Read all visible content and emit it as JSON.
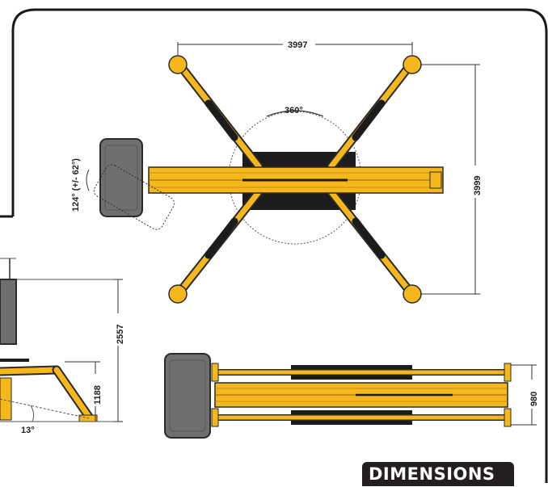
{
  "labels": {
    "top_width": "3997",
    "top_height": "3999",
    "rotation": "360°",
    "basket_rotation": "124° (+/- 62°)",
    "overall_height": "2557",
    "outrigger_height": "1188",
    "angle": "13°",
    "stowed_width": "980",
    "section_title": "DIMENSIONS"
  },
  "colors": {
    "machine_yellow": "#f5b71c",
    "outline_dark": "#2a2a2a",
    "basket_gray": "#6f6f6f",
    "track_black": "#1c1c1c",
    "frame_line": "#1a1a1a",
    "badge_bg": "#231f20"
  }
}
